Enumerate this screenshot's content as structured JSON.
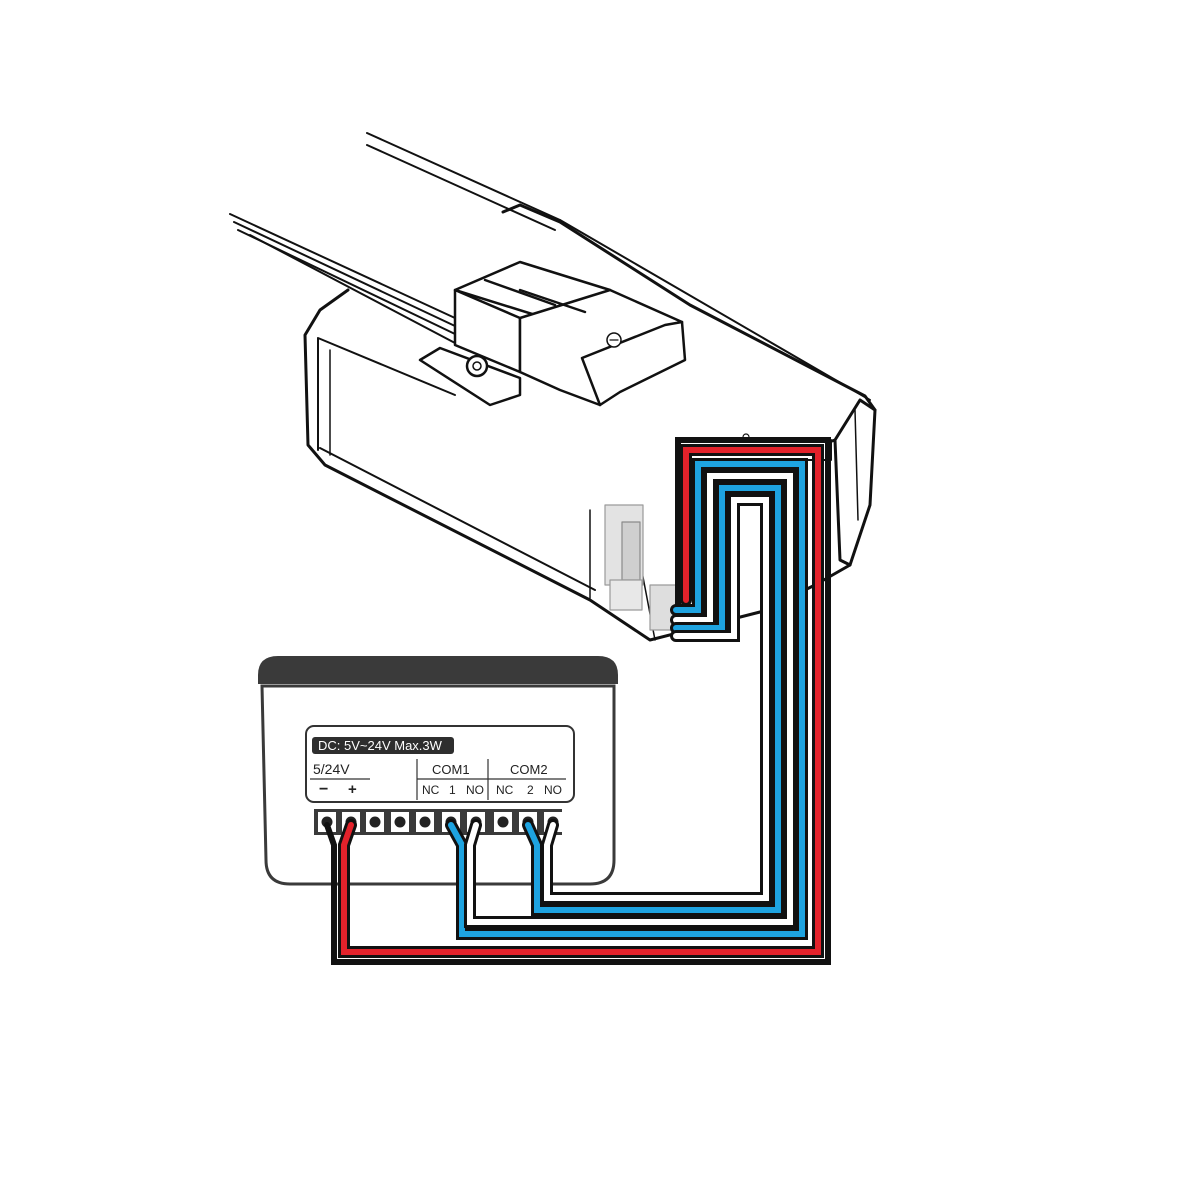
{
  "receiver": {
    "rating_badge": "DC: 5V~24V Max.3W",
    "power_label": "5/24V",
    "minus_label": "−",
    "plus_label": "+",
    "com1_label": "COM1",
    "com2_label": "COM2",
    "com1_terminals": [
      "NC",
      "1",
      "NO"
    ],
    "com2_terminals": [
      "NC",
      "2",
      "NO"
    ]
  },
  "wire_colors": {
    "power_negative": "#111111",
    "power_positive": "#e3222b",
    "channel_signal": "#1ea3e0",
    "channel_return": "#ffffff"
  }
}
